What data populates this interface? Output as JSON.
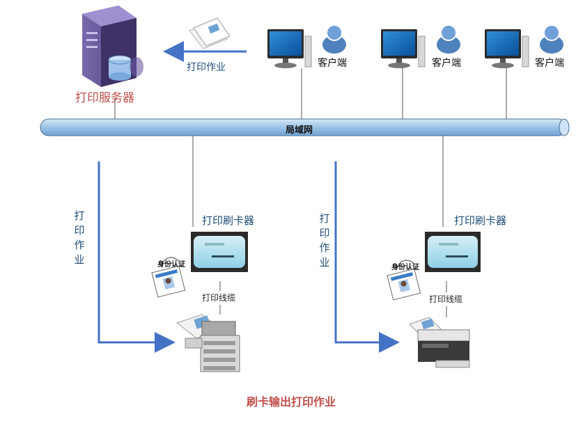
{
  "server": {
    "label": "打印服务器"
  },
  "print_job_top": "打印作业",
  "clients": [
    {
      "label": "客户端"
    },
    {
      "label": "客户端"
    },
    {
      "label": "客户端"
    }
  ],
  "lan": {
    "label": "局域网"
  },
  "branches": [
    {
      "reader_label": "打印刷卡器",
      "id_label": "身份认证",
      "cable_label": "打印线缆",
      "job_vertical": "打印作业"
    },
    {
      "reader_label": "打印刷卡器",
      "id_label": "身份认证",
      "cable_label": "打印线缆",
      "job_vertical": "打印作业"
    }
  ],
  "bottom_title": "刷卡输出打印作业",
  "colors": {
    "accent_blue": "#4472c4",
    "lan_fill": "#9dc3e6",
    "title_red": "#c0504d",
    "server_purple": "#5b4a8b"
  }
}
